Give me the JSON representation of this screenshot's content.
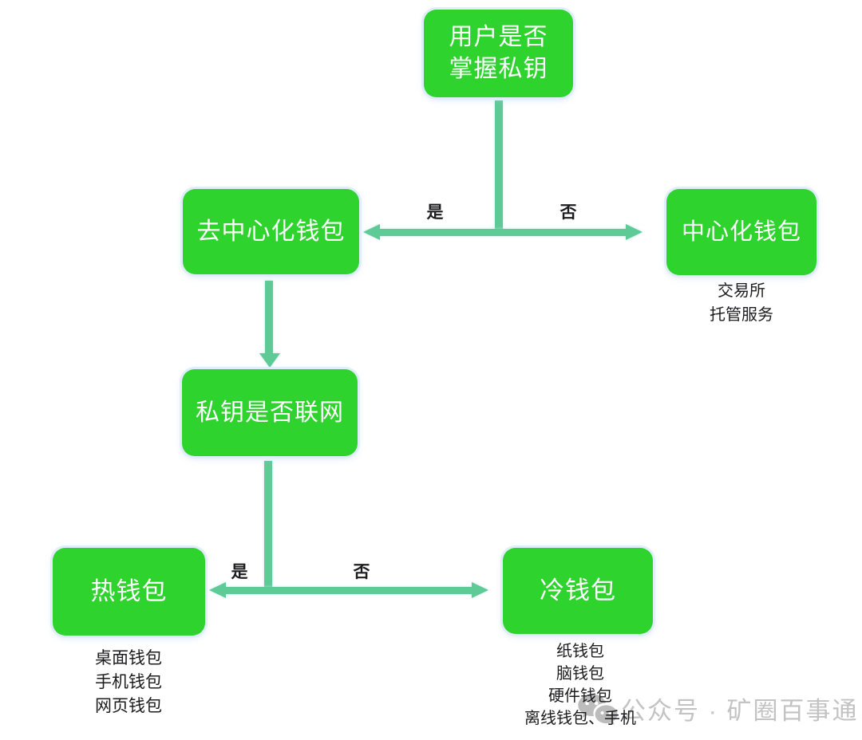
{
  "colors": {
    "box_green": "#2ed32e",
    "connector": "#5ecb96",
    "label_text": "#1d1d1f",
    "box_text": "#ffffff",
    "watermark": "#c3c3c3"
  },
  "nodes": {
    "root": {
      "line1": "用户是否",
      "line2": "掌握私钥"
    },
    "decentralized": {
      "label": "去中心化钱包"
    },
    "centralized": {
      "label": "中心化钱包",
      "sub": [
        "交易所",
        "托管服务"
      ]
    },
    "privkey": {
      "label": "私钥是否联网"
    },
    "hot": {
      "label": "热钱包",
      "sub": [
        "桌面钱包",
        "手机钱包",
        "网页钱包"
      ]
    },
    "cold": {
      "label": "冷钱包",
      "sub": [
        "纸钱包",
        "脑钱包",
        "硬件钱包",
        "离线钱包、手机"
      ]
    }
  },
  "edges": {
    "split1_yes": "是",
    "split1_no": "否",
    "split2_yes": "是",
    "split2_no": "否"
  },
  "watermark": {
    "text": "公众号 · 矿圈百事通"
  }
}
